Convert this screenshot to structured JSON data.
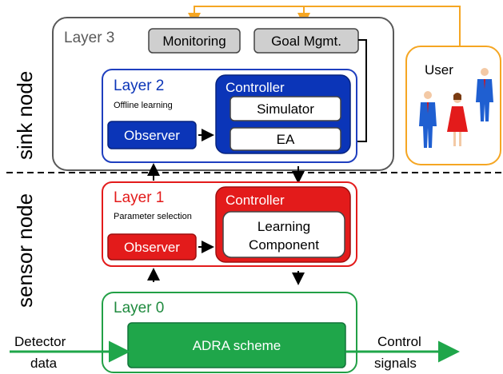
{
  "side_labels": {
    "top": "sink node",
    "bottom": "sensor node"
  },
  "layer3": {
    "title": "Layer 3",
    "monitoring": "Monitoring",
    "goal": "Goal Mgmt."
  },
  "layer2": {
    "title": "Layer 2",
    "subtitle": "Offline learning",
    "observer": "Observer",
    "controller": "Controller",
    "simulator": "Simulator",
    "ea": "EA"
  },
  "layer1": {
    "title": "Layer 1",
    "subtitle": "Parameter selection",
    "observer": "Observer",
    "controller": "Controller",
    "learning_line1": "Learning",
    "learning_line2": "Component"
  },
  "layer0": {
    "title": "Layer 0",
    "scheme": "ADRA scheme"
  },
  "user": {
    "label": "User"
  },
  "inputs": {
    "line1": "Detector",
    "line2": "data"
  },
  "outputs": {
    "line1": "Control",
    "line2": "signals"
  },
  "colors": {
    "layer3_border": "#595959",
    "layer2_border": "#1f3fbf",
    "layer2_fill": "#0b35b8",
    "layer1_border": "#e31b1b",
    "layer1_fill": "#e31b1b",
    "layer0_border": "#22a046",
    "layer0_fill": "#1fa64a",
    "user_border": "#f5a623",
    "gray_box": "#cfcfcf"
  }
}
